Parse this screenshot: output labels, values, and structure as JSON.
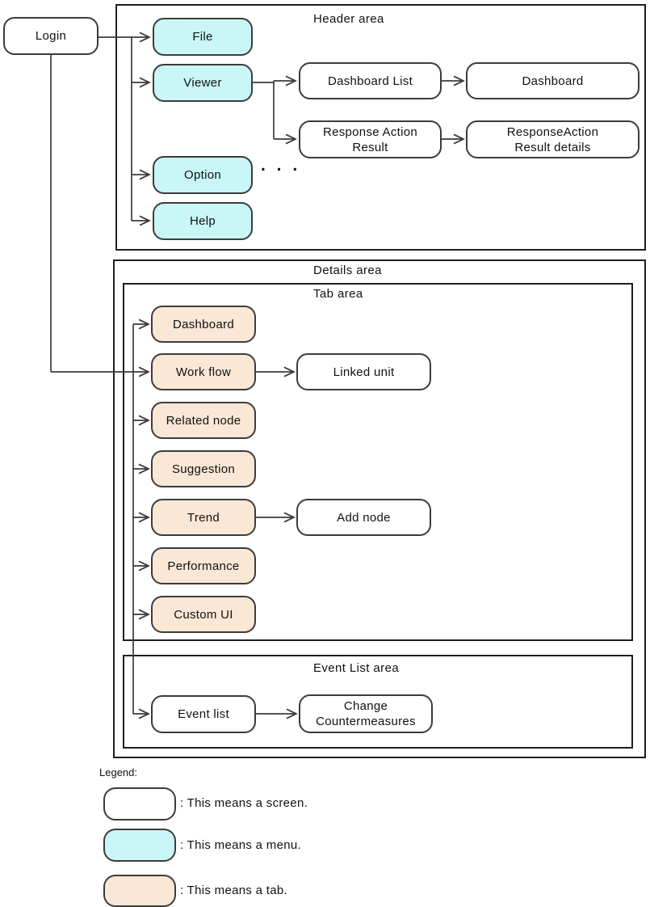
{
  "areas": {
    "header": "Header area",
    "details": "Details area",
    "tab": "Tab area",
    "event_list": "Event List area"
  },
  "nodes": {
    "login": "Login",
    "file": "File",
    "viewer": "Viewer",
    "option": "Option",
    "help": "Help",
    "dashboard_list": "Dashboard List",
    "dashboard": "Dashboard",
    "response_action_result": "Response Action\nResult",
    "responseaction_result_details": "ResponseAction\nResult details",
    "tab_dashboard": "Dashboard",
    "work_flow": "Work flow",
    "related_node": "Related node",
    "suggestion": "Suggestion",
    "trend": "Trend",
    "performance": "Performance",
    "custom_ui": "Custom UI",
    "linked_unit": "Linked unit",
    "add_node": "Add node",
    "event_list": "Event list",
    "change_countermeasures": "Change\nCountermeasures",
    "ellipsis": ". . ."
  },
  "legend": {
    "title": "Legend:",
    "items": [
      {
        "kind": "screen",
        "label": ": This means a screen."
      },
      {
        "kind": "menu",
        "label": ": This means a menu."
      },
      {
        "kind": "tab",
        "label": ": This means a tab."
      }
    ]
  },
  "colors": {
    "screen_fill": "#ffffff",
    "menu_fill": "#c9f6f6",
    "tab_fill": "#fbe7d5",
    "node_border": "#3c3c3c",
    "area_border": "#1f1f1f",
    "text": "#111111"
  }
}
